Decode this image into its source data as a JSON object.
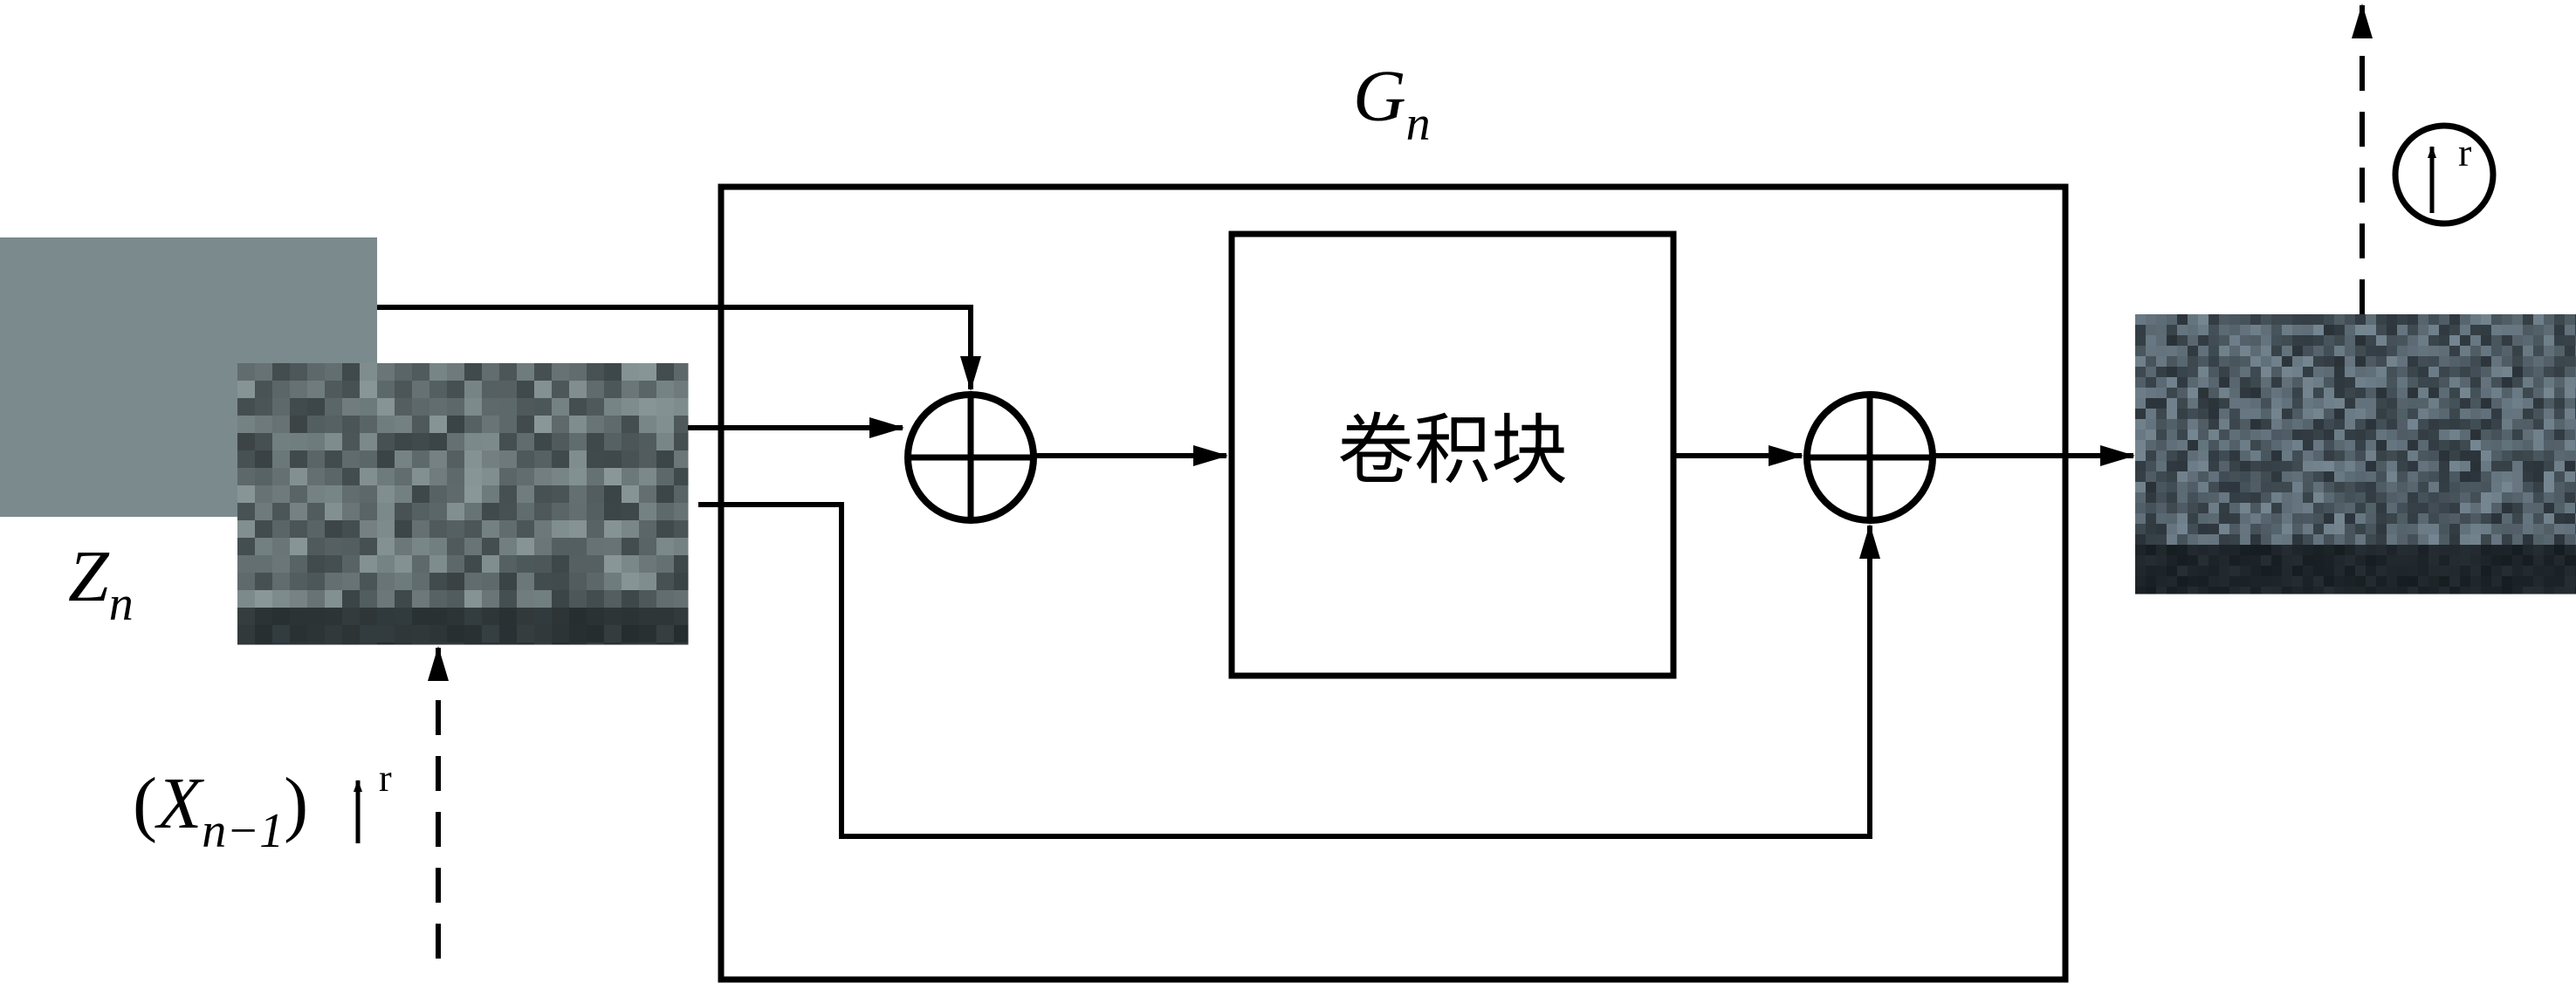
{
  "diagram": {
    "generator_label": {
      "base": "G",
      "sub": "n"
    },
    "conv_block_label": "卷积块",
    "noise_label": {
      "base": "Z",
      "sub": "n"
    },
    "input_label": {
      "open": "(",
      "base": "X",
      "sub": "n−1",
      "close": ")",
      "upsample": "r"
    },
    "output_upsample": "r"
  },
  "colors": {
    "stroke": "#000000",
    "noise_fill": "#7a8a8d",
    "texture_dark": "#1f2628",
    "texture_light": "#a4b4b6",
    "output_dark": "#10161a",
    "output_light": "#8fa3b0"
  },
  "icons": {
    "adder": "circled-plus",
    "upsample": "up-arrow"
  }
}
